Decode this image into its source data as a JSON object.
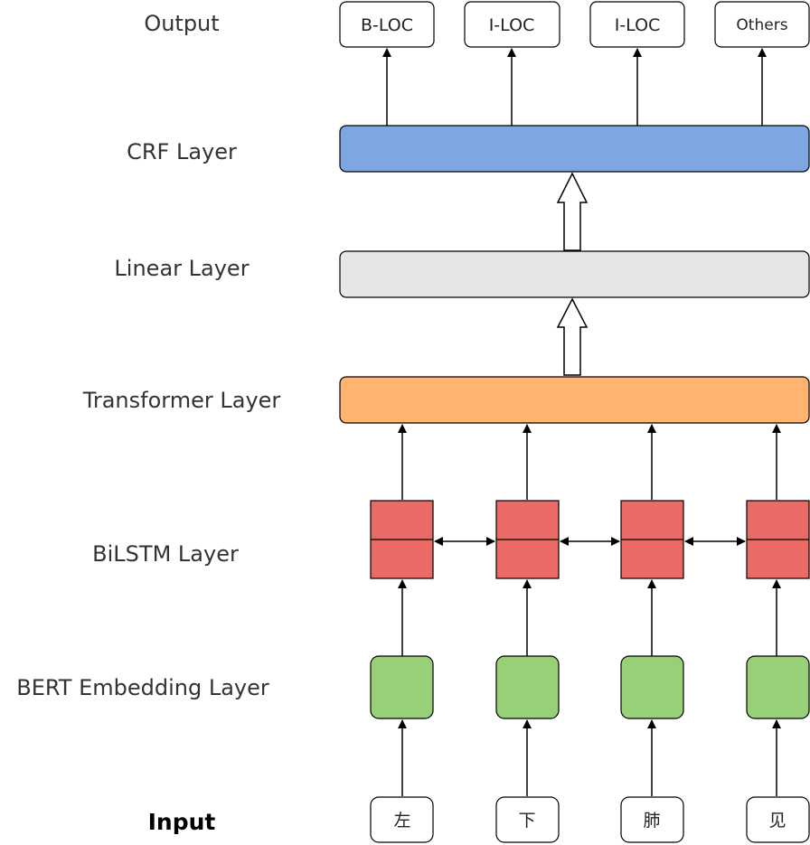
{
  "layers": {
    "output": "Output",
    "crf": "CRF Layer",
    "linear": "Linear Layer",
    "transformer": "Transformer Layer",
    "bilstm": "BiLSTM Layer",
    "bert": "BERT Embedding Layer",
    "input": "Input"
  },
  "outputs": [
    "B-LOC",
    "I-LOC",
    "I-LOC",
    "Others"
  ],
  "inputs": [
    "左",
    "下",
    "肺",
    "见"
  ],
  "colors": {
    "crf": "#7ea6e0",
    "linear": "#e6e6e6",
    "transformer": "#ffb570",
    "bilstm": "#ea6b66",
    "bert": "#97d077",
    "stroke": "#000000"
  }
}
